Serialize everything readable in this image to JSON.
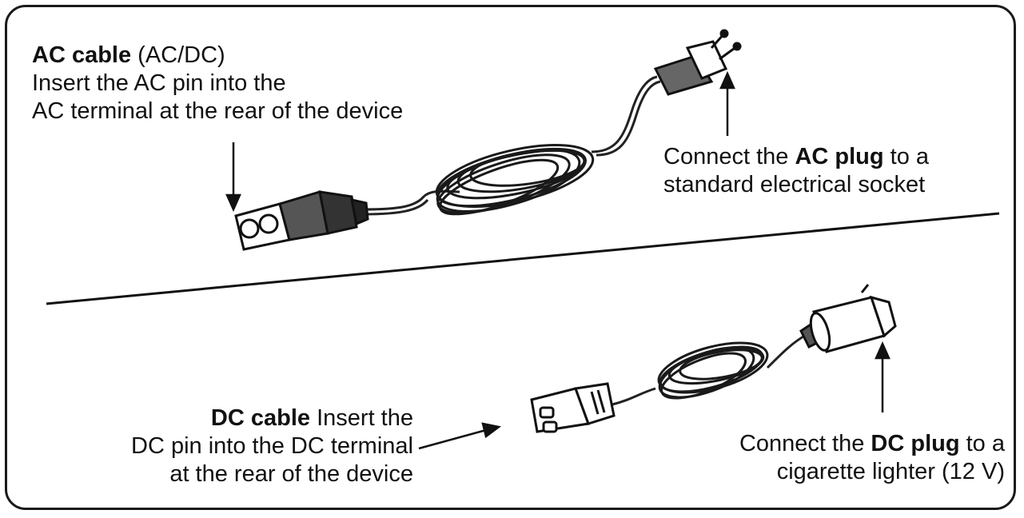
{
  "ac_cable": {
    "title": "AC cable",
    "title_suffix": "(AC/DC)",
    "line1": "Insert the AC pin into the",
    "line2": "AC terminal at the rear of the device"
  },
  "ac_plug": {
    "line1_prefix": "Connect the",
    "line1_bold": "AC plug",
    "line1_suffix": "to a",
    "line2": "standard electrical socket"
  },
  "dc_cable": {
    "title": "DC cable",
    "title_suffix": "Insert the",
    "line2": "DC pin into the DC terminal",
    "line3": "at the rear of the device"
  },
  "dc_plug": {
    "line1_prefix": "Connect the",
    "line1_bold": "DC plug",
    "line1_suffix": "to a",
    "line2": "cigarette lighter (12 V)"
  },
  "colors": {
    "ink": "#111111",
    "background": "#ffffff"
  }
}
